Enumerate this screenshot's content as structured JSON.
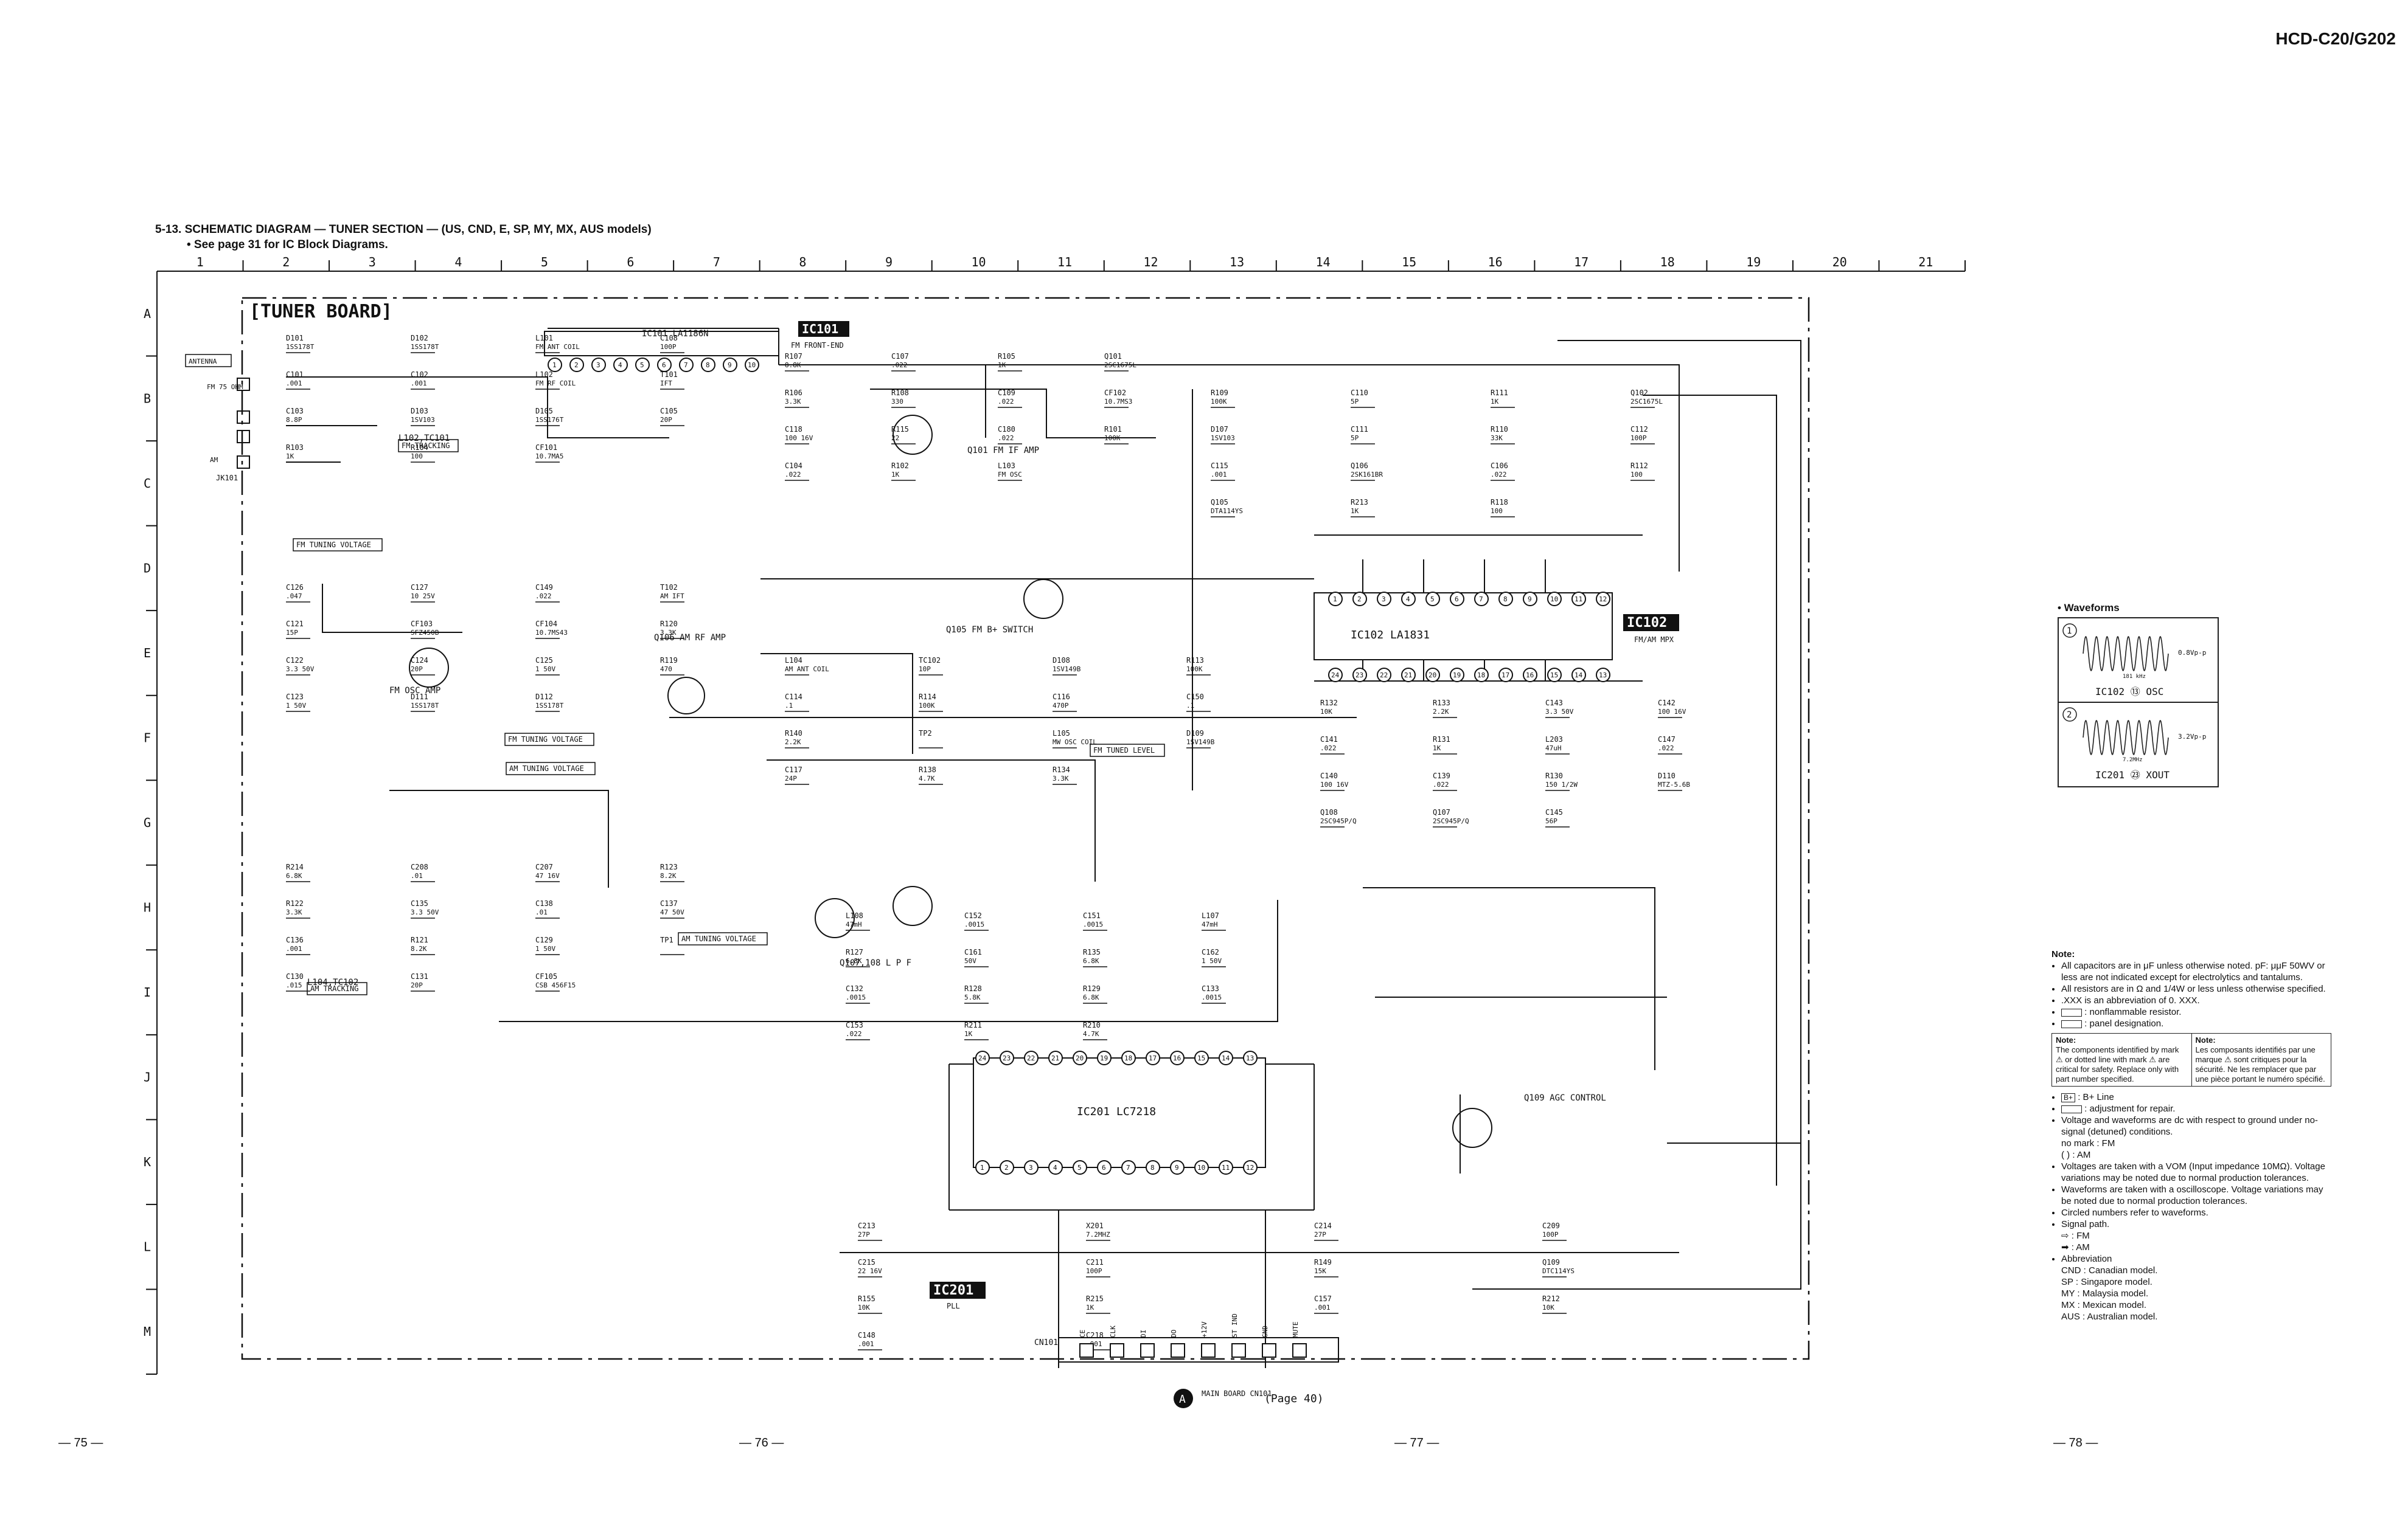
{
  "header": {
    "model": "HCD-C20/G202",
    "title": "5-13.  SCHEMATIC DIAGRAM — TUNER SECTION — (US, CND, E, SP, MY, MX, AUS models)",
    "subtitle": "• See page 31 for IC Block Diagrams."
  },
  "grid": {
    "columns": [
      "1",
      "2",
      "3",
      "4",
      "5",
      "6",
      "7",
      "8",
      "9",
      "10",
      "11",
      "12",
      "13",
      "14",
      "15",
      "16",
      "17",
      "18",
      "19",
      "20",
      "21"
    ],
    "rows": [
      "A",
      "B",
      "C",
      "D",
      "E",
      "F",
      "G",
      "H",
      "I",
      "J",
      "K",
      "L",
      "M"
    ]
  },
  "schematic": {
    "board_title": "[TUNER BOARD]",
    "ic101": {
      "tag": "IC101",
      "name": "IC101 LA1186N",
      "function": "FM FRONT-END"
    },
    "ic102": {
      "tag": "IC102",
      "name": "IC102  LA1831",
      "function": "FM/AM MPX"
    },
    "ic201": {
      "tag": "IC201",
      "name": "IC201  LC7218",
      "function": "PLL"
    },
    "connector_cn101": "CN101",
    "connector_jk101": "JK101",
    "main_board_ref": "A",
    "main_board_label": "MAIN BOARD CN101",
    "main_board_page": "(Page 40)",
    "antenna_labels": [
      "ANTENNA",
      "FM 75 OHM",
      "AM"
    ],
    "boxed_labels": [
      "FM TUNING VOLTAGE",
      "FM TUNING VOLTAGE",
      "AM TUNING VOLTAGE",
      "AM TUNING VOLTAGE",
      "FM TUNED LEVEL",
      "FM TRACKING",
      "AM TRACKING"
    ],
    "stage_labels": [
      "Q101 FM IF AMP",
      "Q105 FM B+ SWITCH",
      "Q106 AM RF AMP",
      "Q107,108 L P F",
      "Q109 AGC CONTROL",
      "L102,TC101",
      "L104,TC102",
      "FM OSC AMP"
    ],
    "components": [
      {
        "ref": "D101",
        "value": "1SS178T"
      },
      {
        "ref": "D102",
        "value": "1SS178T"
      },
      {
        "ref": "L101",
        "value": "FM ANT COIL"
      },
      {
        "ref": "C108",
        "value": "100P"
      },
      {
        "ref": "C101",
        "value": ".001"
      },
      {
        "ref": "C102",
        "value": ".001"
      },
      {
        "ref": "L102",
        "value": "FM RF COIL"
      },
      {
        "ref": "T101",
        "value": "IFT"
      },
      {
        "ref": "C103",
        "value": "8.8P"
      },
      {
        "ref": "D103",
        "value": "1SV103"
      },
      {
        "ref": "D105",
        "value": "1SS176T"
      },
      {
        "ref": "C105",
        "value": "20P"
      },
      {
        "ref": "R103",
        "value": "1K"
      },
      {
        "ref": "R104",
        "value": "100"
      },
      {
        "ref": "CF101",
        "value": "10.7MA5"
      },
      {
        "ref": "R107",
        "value": "8.8K"
      },
      {
        "ref": "C107",
        "value": ".022"
      },
      {
        "ref": "R105",
        "value": "1K"
      },
      {
        "ref": "Q101",
        "value": "2SC1675L"
      },
      {
        "ref": "R106",
        "value": "3.3K"
      },
      {
        "ref": "R108",
        "value": "330"
      },
      {
        "ref": "C109",
        "value": ".022"
      },
      {
        "ref": "CF102",
        "value": "10.7MS3"
      },
      {
        "ref": "C118",
        "value": "100 16V"
      },
      {
        "ref": "R115",
        "value": "22"
      },
      {
        "ref": "C180",
        "value": ".022"
      },
      {
        "ref": "R101",
        "value": "100K"
      },
      {
        "ref": "C104",
        "value": ".022"
      },
      {
        "ref": "R102",
        "value": "1K"
      },
      {
        "ref": "L103",
        "value": "FM OSC"
      },
      {
        "ref": "R109",
        "value": "100K"
      },
      {
        "ref": "C110",
        "value": "5P"
      },
      {
        "ref": "R111",
        "value": "1K"
      },
      {
        "ref": "Q102",
        "value": "2SC1675L"
      },
      {
        "ref": "D107",
        "value": "1SV103"
      },
      {
        "ref": "C111",
        "value": "5P"
      },
      {
        "ref": "R110",
        "value": "33K"
      },
      {
        "ref": "C112",
        "value": "100P"
      },
      {
        "ref": "C115",
        "value": ".001"
      },
      {
        "ref": "Q106",
        "value": "2SK161BR"
      },
      {
        "ref": "C106",
        "value": ".022"
      },
      {
        "ref": "R112",
        "value": "100"
      },
      {
        "ref": "Q105",
        "value": "DTA114YS"
      },
      {
        "ref": "R213",
        "value": "1K"
      },
      {
        "ref": "R118",
        "value": "100"
      },
      {
        "ref": "C126",
        "value": ".047"
      },
      {
        "ref": "C127",
        "value": "10 25V"
      },
      {
        "ref": "C149",
        "value": ".022"
      },
      {
        "ref": "T102",
        "value": "AM IFT"
      },
      {
        "ref": "C121",
        "value": "15P"
      },
      {
        "ref": "CF103",
        "value": "SFZ450B"
      },
      {
        "ref": "CF104",
        "value": "10.7MS43"
      },
      {
        "ref": "R120",
        "value": "3.3K"
      },
      {
        "ref": "C122",
        "value": "3.3 50V"
      },
      {
        "ref": "C124",
        "value": "20P"
      },
      {
        "ref": "C125",
        "value": "1 50V"
      },
      {
        "ref": "R119",
        "value": "470"
      },
      {
        "ref": "C123",
        "value": "1 50V"
      },
      {
        "ref": "D111",
        "value": "1SS178T"
      },
      {
        "ref": "D112",
        "value": "1SS178T"
      },
      {
        "ref": "L104",
        "value": "AM ANT COIL"
      },
      {
        "ref": "TC102",
        "value": "10P"
      },
      {
        "ref": "D108",
        "value": "1SV149B"
      },
      {
        "ref": "R113",
        "value": "100K"
      },
      {
        "ref": "C114",
        "value": ".1"
      },
      {
        "ref": "R114",
        "value": "100K"
      },
      {
        "ref": "C116",
        "value": "470P"
      },
      {
        "ref": "C150",
        "value": ".1"
      },
      {
        "ref": "R140",
        "value": "2.2K"
      },
      {
        "ref": "TP2",
        "value": ""
      },
      {
        "ref": "L105",
        "value": "MW OSC COIL"
      },
      {
        "ref": "D109",
        "value": "1SV149B"
      },
      {
        "ref": "C117",
        "value": "24P"
      },
      {
        "ref": "R138",
        "value": "4.7K"
      },
      {
        "ref": "R134",
        "value": "3.3K"
      },
      {
        "ref": "R132",
        "value": "10K"
      },
      {
        "ref": "R133",
        "value": "2.2K"
      },
      {
        "ref": "C143",
        "value": "3.3 50V"
      },
      {
        "ref": "C142",
        "value": "100 16V"
      },
      {
        "ref": "C141",
        "value": ".022"
      },
      {
        "ref": "R131",
        "value": "1K"
      },
      {
        "ref": "L203",
        "value": "47uH"
      },
      {
        "ref": "C147",
        "value": ".022"
      },
      {
        "ref": "C140",
        "value": "100 16V"
      },
      {
        "ref": "C139",
        "value": ".022"
      },
      {
        "ref": "R130",
        "value": "150 1/2W"
      },
      {
        "ref": "D110",
        "value": "MTZ-5.6B"
      },
      {
        "ref": "Q108",
        "value": "2SC945P/Q"
      },
      {
        "ref": "Q107",
        "value": "2SC945P/Q"
      },
      {
        "ref": "C145",
        "value": "56P"
      },
      {
        "ref": "R214",
        "value": "6.8K"
      },
      {
        "ref": "C208",
        "value": ".01"
      },
      {
        "ref": "C207",
        "value": "47 16V"
      },
      {
        "ref": "R123",
        "value": "8.2K"
      },
      {
        "ref": "R122",
        "value": "3.3K"
      },
      {
        "ref": "C135",
        "value": "3.3 50V"
      },
      {
        "ref": "C138",
        "value": ".01"
      },
      {
        "ref": "C137",
        "value": "47 50V"
      },
      {
        "ref": "C136",
        "value": ".001"
      },
      {
        "ref": "R121",
        "value": "8.2K"
      },
      {
        "ref": "C129",
        "value": "1 50V"
      },
      {
        "ref": "TP1",
        "value": ""
      },
      {
        "ref": "C130",
        "value": ".015"
      },
      {
        "ref": "C131",
        "value": "20P"
      },
      {
        "ref": "CF105",
        "value": "CSB 456F15"
      },
      {
        "ref": "L108",
        "value": "47mH"
      },
      {
        "ref": "C152",
        "value": ".0015"
      },
      {
        "ref": "C151",
        "value": ".0015"
      },
      {
        "ref": "L107",
        "value": "47mH"
      },
      {
        "ref": "R127",
        "value": "6.8K"
      },
      {
        "ref": "C161",
        "value": "50V"
      },
      {
        "ref": "R135",
        "value": "6.8K"
      },
      {
        "ref": "C162",
        "value": "1 50V"
      },
      {
        "ref": "C132",
        "value": ".0015"
      },
      {
        "ref": "R128",
        "value": "5.8K"
      },
      {
        "ref": "R129",
        "value": "6.8K"
      },
      {
        "ref": "C133",
        "value": ".0015"
      },
      {
        "ref": "C153",
        "value": ".022"
      },
      {
        "ref": "R211",
        "value": "1K"
      },
      {
        "ref": "R210",
        "value": "4.7K"
      },
      {
        "ref": "C213",
        "value": "27P"
      },
      {
        "ref": "X201",
        "value": "7.2MHZ"
      },
      {
        "ref": "C214",
        "value": "27P"
      },
      {
        "ref": "C209",
        "value": "100P"
      },
      {
        "ref": "C215",
        "value": "22 16V"
      },
      {
        "ref": "C211",
        "value": "100P"
      },
      {
        "ref": "R149",
        "value": "15K"
      },
      {
        "ref": "Q109",
        "value": "DTC114YS"
      },
      {
        "ref": "R155",
        "value": "10K"
      },
      {
        "ref": "R215",
        "value": "1K"
      },
      {
        "ref": "C157",
        "value": ".001"
      },
      {
        "ref": "R212",
        "value": "10K"
      },
      {
        "ref": "C148",
        "value": ".001"
      },
      {
        "ref": "C218",
        "value": ".001"
      }
    ],
    "cn101_pins": [
      "CE",
      "CLK",
      "DI",
      "DO",
      "+12V",
      "ST IND",
      "GND",
      "MUTE"
    ]
  },
  "waveforms": {
    "title": "• Waveforms",
    "items": [
      {
        "num": "1",
        "freq": "181 kHz",
        "amp": "0.8Vp-p",
        "caption": "IC102 ⑬ OSC"
      },
      {
        "num": "2",
        "freq": "7.2MHz",
        "amp": "3.2Vp-p",
        "caption": "IC201 ㉓ XOUT"
      }
    ]
  },
  "notes": {
    "header": "Note:",
    "items": [
      "All capacitors are in μF unless otherwise noted. pF: μμF 50WV or less are not indicated except for electrolytics and tantalums.",
      "All resistors are in Ω and 1/4W or less unless otherwise specified.",
      ".XXX is an abbreviation of 0. XXX.",
      ": nonflammable resistor.",
      ": panel designation."
    ],
    "box_en_title": "Note:",
    "box_en": "The components identified by mark ⚠ or dotted line with mark ⚠ are critical for safety. Replace only with part number specified.",
    "box_fr_title": "Note:",
    "box_fr": "Les composants identifiés par une marque ⚠ sont critiques pour la sécurité. Ne les remplacer que par une pièce portant le numéro spécifié.",
    "items2": [
      ": B+ Line",
      ": adjustment for repair.",
      "Voltage and waveforms are dc with respect to ground under no-signal (detuned) conditions.",
      "no mark : FM",
      "(   ) : AM",
      "Voltages are taken with a VOM (Input impedance 10MΩ). Voltage variations may be noted due to normal production tolerances.",
      "Waveforms are taken with a oscilloscope. Voltage variations may be noted due to normal production tolerances.",
      "Circled numbers refer to waveforms.",
      "Signal path.",
      ": FM",
      ": AM",
      "Abbreviation"
    ],
    "bplus": "B+",
    "abbreviations": [
      "CND : Canadian model.",
      "SP : Singapore model.",
      "MY : Malaysia model.",
      "MX : Mexican model.",
      "AUS : Australian model."
    ]
  },
  "page_numbers": [
    "— 75 —",
    "— 76 —",
    "— 77 —",
    "— 78 —"
  ]
}
